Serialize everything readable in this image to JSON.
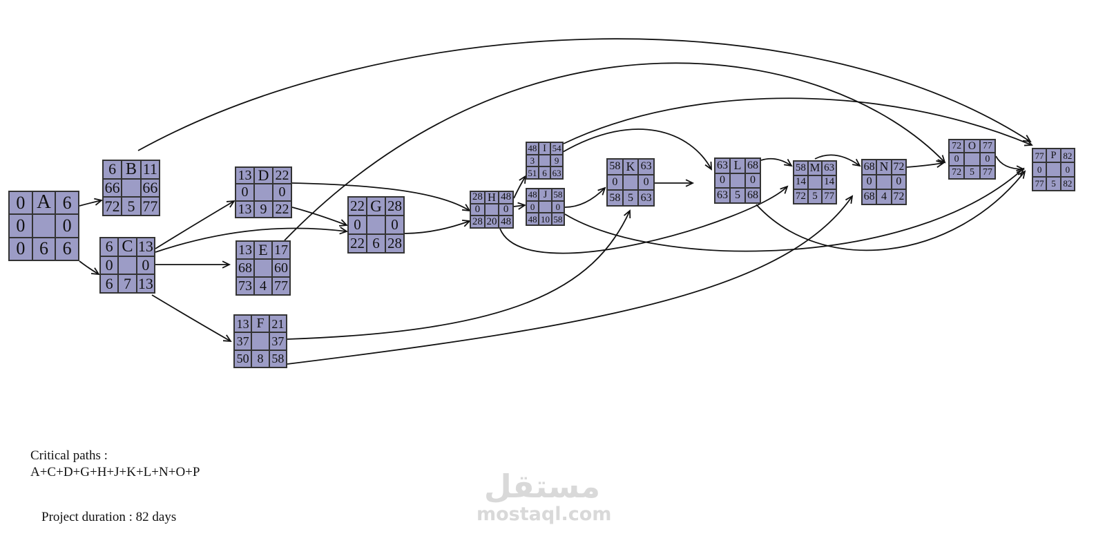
{
  "nodes": [
    {
      "id": "A",
      "es": "0",
      "ef": "6",
      "tf": "0",
      "ff": "0",
      "ls": "0",
      "d": "6",
      "lf": "6"
    },
    {
      "id": "B",
      "es": "6",
      "ef": "11",
      "tf": "66",
      "ff": "66",
      "ls": "72",
      "d": "5",
      "lf": "77"
    },
    {
      "id": "C",
      "es": "6",
      "ef": "13",
      "tf": "0",
      "ff": "0",
      "ls": "6",
      "d": "7",
      "lf": "13"
    },
    {
      "id": "D",
      "es": "13",
      "ef": "22",
      "tf": "0",
      "ff": "0",
      "ls": "13",
      "d": "9",
      "lf": "22"
    },
    {
      "id": "E",
      "es": "13",
      "ef": "17",
      "tf": "68",
      "ff": "60",
      "ls": "73",
      "d": "4",
      "lf": "77"
    },
    {
      "id": "F",
      "es": "13",
      "ef": "21",
      "tf": "37",
      "ff": "37",
      "ls": "50",
      "d": "8",
      "lf": "58"
    },
    {
      "id": "G",
      "es": "22",
      "ef": "28",
      "tf": "0",
      "ff": "0",
      "ls": "22",
      "d": "6",
      "lf": "28"
    },
    {
      "id": "H",
      "es": "28",
      "ef": "48",
      "tf": "0",
      "ff": "0",
      "ls": "28",
      "d": "20",
      "lf": "48"
    },
    {
      "id": "I",
      "es": "48",
      "ef": "54",
      "tf": "3",
      "ff": "9",
      "ls": "51",
      "d": "6",
      "lf": "63"
    },
    {
      "id": "J",
      "es": "48",
      "ef": "58",
      "tf": "0",
      "ff": "0",
      "ls": "48",
      "d": "10",
      "lf": "58"
    },
    {
      "id": "K",
      "es": "58",
      "ef": "63",
      "tf": "0",
      "ff": "0",
      "ls": "58",
      "d": "5",
      "lf": "63"
    },
    {
      "id": "L",
      "es": "63",
      "ef": "68",
      "tf": "0",
      "ff": "0",
      "ls": "63",
      "d": "5",
      "lf": "68"
    },
    {
      "id": "M",
      "es": "58",
      "ef": "63",
      "tf": "14",
      "ff": "14",
      "ls": "72",
      "d": "5",
      "lf": "77"
    },
    {
      "id": "N",
      "es": "68",
      "ef": "72",
      "tf": "0",
      "ff": "0",
      "ls": "68",
      "d": "4",
      "lf": "72"
    },
    {
      "id": "O",
      "es": "72",
      "ef": "77",
      "tf": "0",
      "ff": "0",
      "ls": "72",
      "d": "5",
      "lf": "77"
    },
    {
      "id": "P",
      "es": "77",
      "ef": "82",
      "tf": "0",
      "ff": "0",
      "ls": "77",
      "d": "5",
      "lf": "82"
    }
  ],
  "edges": [
    [
      "A",
      "B"
    ],
    [
      "A",
      "C"
    ],
    [
      "B",
      "P"
    ],
    [
      "C",
      "D"
    ],
    [
      "C",
      "E"
    ],
    [
      "C",
      "F"
    ],
    [
      "C",
      "G"
    ],
    [
      "D",
      "G"
    ],
    [
      "D",
      "H"
    ],
    [
      "E",
      "O"
    ],
    [
      "F",
      "K"
    ],
    [
      "F",
      "N"
    ],
    [
      "G",
      "H"
    ],
    [
      "H",
      "I"
    ],
    [
      "H",
      "J"
    ],
    [
      "H",
      "M"
    ],
    [
      "I",
      "L"
    ],
    [
      "I",
      "P"
    ],
    [
      "J",
      "K"
    ],
    [
      "J",
      "P"
    ],
    [
      "K",
      "L"
    ],
    [
      "L",
      "M"
    ],
    [
      "L",
      "P"
    ],
    [
      "M",
      "N"
    ],
    [
      "N",
      "O"
    ],
    [
      "O",
      "P"
    ]
  ],
  "notes": {
    "critical_label": "Critical paths :",
    "critical_path": "A+C+D+G+H+J+K+L+N+O+P",
    "duration": "Project duration : 82 days"
  },
  "watermark": {
    "arabic": "مستقل",
    "url": "mostaql.com"
  },
  "colors": {
    "node_fill": "#9c9cc6",
    "border": "#333333",
    "arrow": "#111111"
  }
}
